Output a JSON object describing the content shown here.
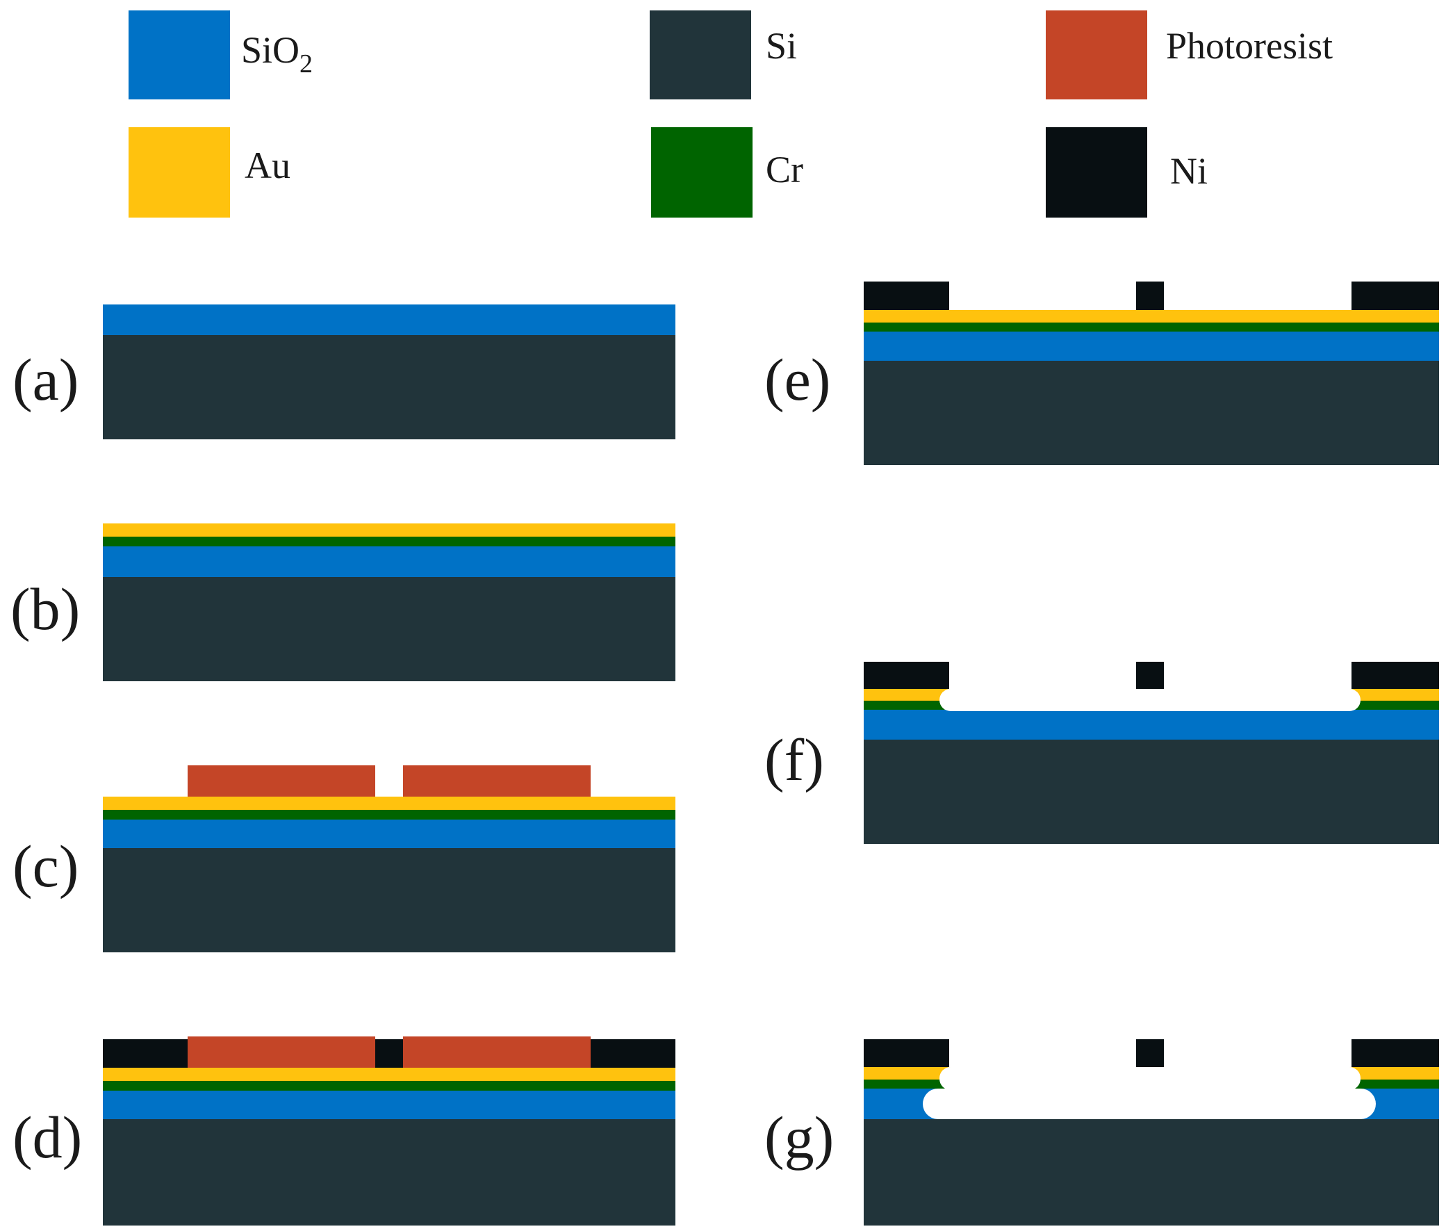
{
  "materials": {
    "sio2": "#0072c6",
    "si": "#21343a",
    "photoresist": "#c44527",
    "au": "#ffc20e",
    "cr": "#006400",
    "ni": "#080f12",
    "background": "#ffffff"
  },
  "legend": [
    {
      "id": "sio2",
      "label": "SiO",
      "sub": "2"
    },
    {
      "id": "si",
      "label": "Si",
      "sub": ""
    },
    {
      "id": "photoresist",
      "label": "Photoresist",
      "sub": ""
    },
    {
      "id": "au",
      "label": "Au",
      "sub": ""
    },
    {
      "id": "cr",
      "label": "Cr",
      "sub": ""
    },
    {
      "id": "ni",
      "label": "Ni",
      "sub": ""
    }
  ],
  "panels": [
    {
      "id": "a",
      "label": "(a)"
    },
    {
      "id": "b",
      "label": "(b)"
    },
    {
      "id": "c",
      "label": "(c)"
    },
    {
      "id": "d",
      "label": "(d)"
    },
    {
      "id": "e",
      "label": "(e)"
    },
    {
      "id": "f",
      "label": "(f)"
    },
    {
      "id": "g",
      "label": "(g)"
    }
  ]
}
